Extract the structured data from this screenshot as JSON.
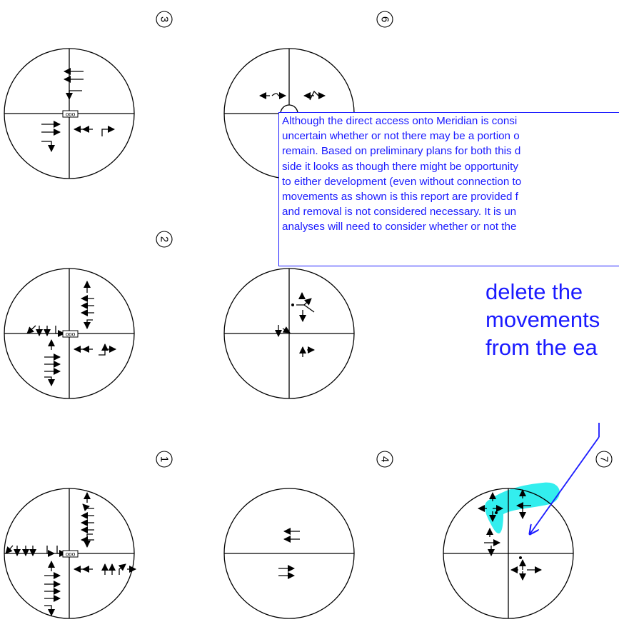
{
  "diagram": {
    "intersections": [
      {
        "id": "3",
        "label": "3"
      },
      {
        "id": "6",
        "label": "6"
      },
      {
        "id": "2",
        "label": "2"
      },
      {
        "id": "5",
        "label": ""
      },
      {
        "id": "1",
        "label": "1"
      },
      {
        "id": "4",
        "label": "4"
      },
      {
        "id": "7",
        "label": "7"
      }
    ],
    "signal_icon_label": "ooo"
  },
  "comment": {
    "lines": [
      "Although the direct access onto Meridian is consi",
      "uncertain whether or not there may be a portion o",
      "remain. Based on preliminary plans for both this d",
      "side it looks as though there might be opportunity",
      "to either development (even without connection to",
      "movements as shown is this report are provided f",
      "and removal is not considered necessary. It is un",
      "analyses will need to consider whether or not the"
    ]
  },
  "markup": {
    "lines": [
      "delete the",
      "movements",
      "from the ea"
    ],
    "color": "#1a1aff",
    "highlight_color": "#33eeee"
  }
}
